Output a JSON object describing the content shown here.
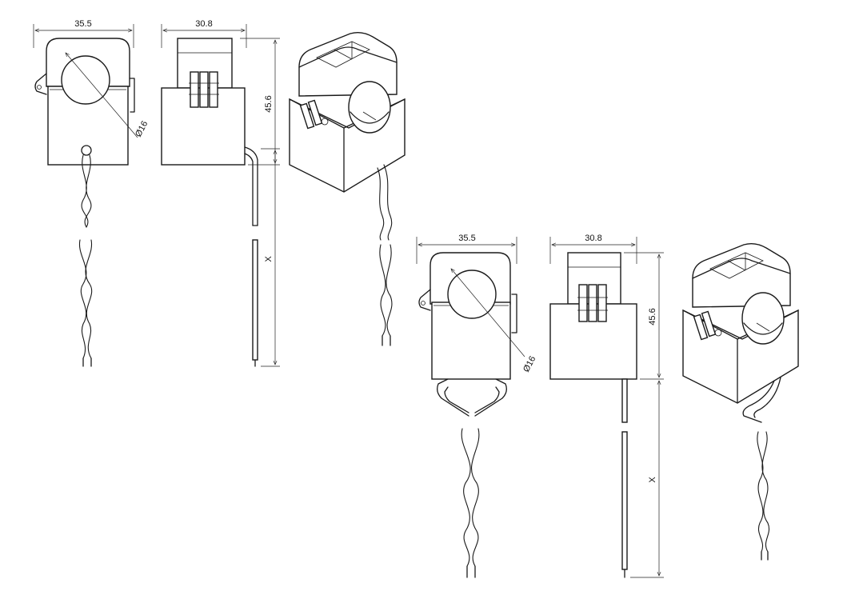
{
  "diagram": {
    "top_view": {
      "front_width_label": "35.5",
      "side_width_label": "30.8",
      "height_label": "45.6",
      "diameter_label": "Ø16",
      "length_label": "X"
    },
    "bottom_view": {
      "front_width_label": "35.5",
      "side_width_label": "30.8",
      "height_label": "45.6",
      "diameter_label": "Ø16",
      "length_label": "X"
    }
  }
}
